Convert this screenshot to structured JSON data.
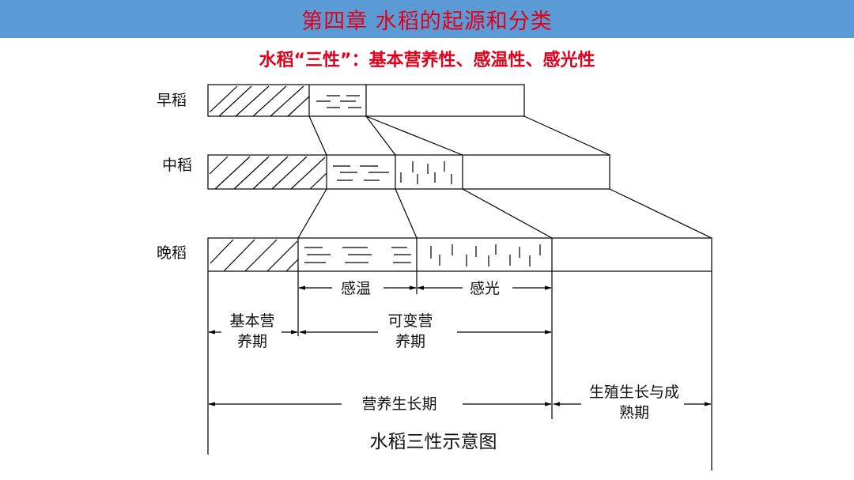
{
  "title": "第四章  水稻的起源和分类",
  "subtitle": "水稻“三性”：基本营养性、感温性、感光性",
  "rows": {
    "early": "早稻",
    "middle": "中稻",
    "late": "晚稻"
  },
  "phases": {
    "temperature": "感温",
    "photo": "感光",
    "basic_line1": "基本营",
    "basic_line2": "养期",
    "variable_line1": "可变营",
    "variable_line2": "养期",
    "vegetative": "营养生长期",
    "reproductive_line1": "生殖生长与成",
    "reproductive_line2": "熟期"
  },
  "caption": "水稻三性示意图",
  "colors": {
    "title_bar": "#5b9bd5",
    "title_text": "#e0001b",
    "line": "#000000"
  }
}
